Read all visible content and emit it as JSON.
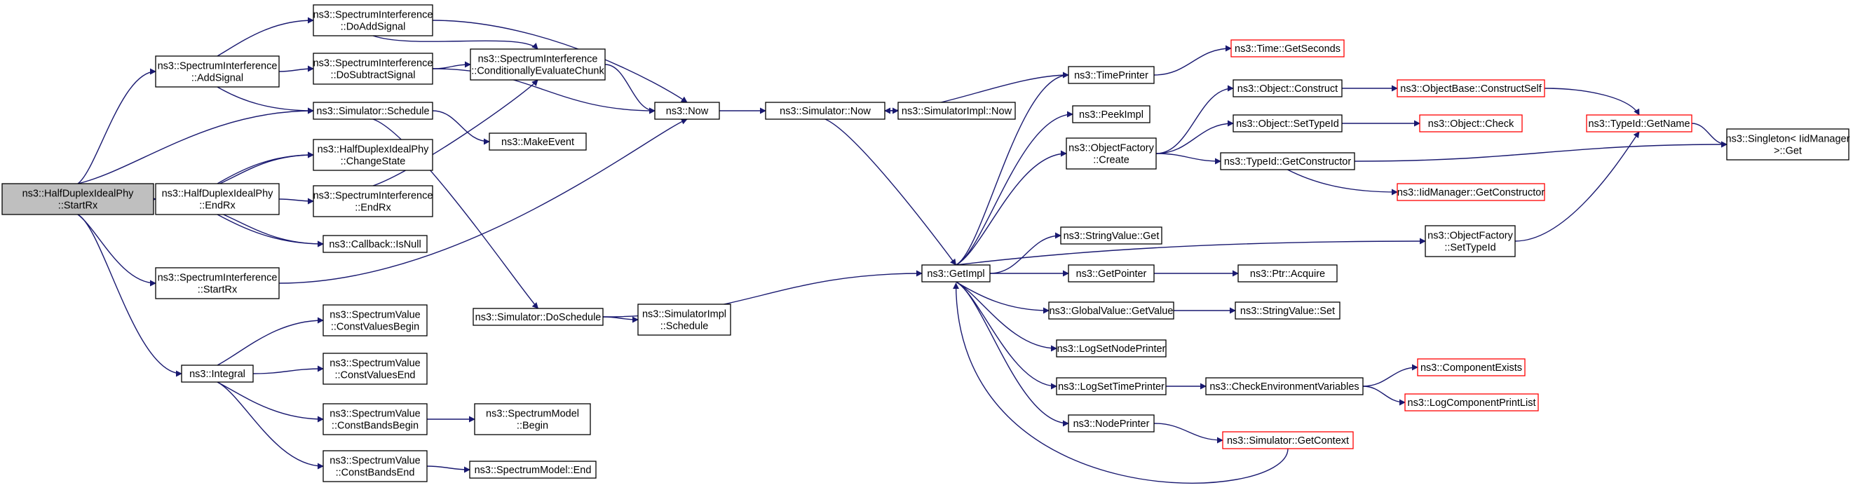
{
  "colors": {
    "edge": "#191970",
    "node_border": "#000000",
    "truncated_border": "#ff0000",
    "root_fill": "#bfbfbf",
    "node_fill": "#ffffff"
  },
  "nodes": [
    {
      "id": "start_rx",
      "lines": [
        "ns3::HalfDuplexIdealPhy",
        "::StartRx"
      ],
      "kind": "root"
    },
    {
      "id": "add_signal",
      "lines": [
        "ns3::SpectrumInterference",
        "::AddSignal"
      ],
      "kind": "normal"
    },
    {
      "id": "sim_schedule",
      "lines": [
        "ns3::Simulator::Schedule"
      ],
      "kind": "normal"
    },
    {
      "id": "change_state",
      "lines": [
        "ns3::HalfDuplexIdealPhy",
        "::ChangeState"
      ],
      "kind": "normal"
    },
    {
      "id": "end_rx_phy",
      "lines": [
        "ns3::HalfDuplexIdealPhy",
        "::EndRx"
      ],
      "kind": "normal"
    },
    {
      "id": "callback_isnull",
      "lines": [
        "ns3::Callback::IsNull"
      ],
      "kind": "normal"
    },
    {
      "id": "si_start_rx",
      "lines": [
        "ns3::SpectrumInterference",
        "::StartRx"
      ],
      "kind": "normal"
    },
    {
      "id": "integral",
      "lines": [
        "ns3::Integral"
      ],
      "kind": "normal"
    },
    {
      "id": "do_add_signal",
      "lines": [
        "ns3::SpectrumInterference",
        "::DoAddSignal"
      ],
      "kind": "normal"
    },
    {
      "id": "do_subtract_signal",
      "lines": [
        "ns3::SpectrumInterference",
        "::DoSubtractSignal"
      ],
      "kind": "normal"
    },
    {
      "id": "cond_eval_chunk",
      "lines": [
        "ns3::SpectrumInterference",
        "::ConditionallyEvaluateChunk"
      ],
      "kind": "normal"
    },
    {
      "id": "si_end_rx",
      "lines": [
        "ns3::SpectrumInterference",
        "::EndRx"
      ],
      "kind": "normal"
    },
    {
      "id": "make_event",
      "lines": [
        "ns3::MakeEvent"
      ],
      "kind": "normal"
    },
    {
      "id": "now",
      "lines": [
        "ns3::Now"
      ],
      "kind": "normal"
    },
    {
      "id": "sim_do_schedule",
      "lines": [
        "ns3::Simulator::DoSchedule"
      ],
      "kind": "normal"
    },
    {
      "id": "simimpl_schedule",
      "lines": [
        "ns3::SimulatorImpl",
        "::Schedule"
      ],
      "kind": "normal"
    },
    {
      "id": "sim_now",
      "lines": [
        "ns3::Simulator::Now"
      ],
      "kind": "normal"
    },
    {
      "id": "simimpl_now",
      "lines": [
        "ns3::SimulatorImpl::Now"
      ],
      "kind": "normal"
    },
    {
      "id": "cv_begin",
      "lines": [
        "ns3::SpectrumValue",
        "::ConstValuesBegin"
      ],
      "kind": "normal"
    },
    {
      "id": "cv_end",
      "lines": [
        "ns3::SpectrumValue",
        "::ConstValuesEnd"
      ],
      "kind": "normal"
    },
    {
      "id": "cb_begin",
      "lines": [
        "ns3::SpectrumValue",
        "::ConstBandsBegin"
      ],
      "kind": "normal"
    },
    {
      "id": "cb_end",
      "lines": [
        "ns3::SpectrumValue",
        "::ConstBandsEnd"
      ],
      "kind": "normal"
    },
    {
      "id": "sm_begin",
      "lines": [
        "ns3::SpectrumModel",
        "::Begin"
      ],
      "kind": "normal"
    },
    {
      "id": "sm_end",
      "lines": [
        "ns3::SpectrumModel::End"
      ],
      "kind": "normal"
    },
    {
      "id": "get_impl",
      "lines": [
        "ns3::GetImpl"
      ],
      "kind": "normal"
    },
    {
      "id": "time_printer",
      "lines": [
        "ns3::TimePrinter"
      ],
      "kind": "normal"
    },
    {
      "id": "peek_impl",
      "lines": [
        "ns3::PeekImpl"
      ],
      "kind": "normal"
    },
    {
      "id": "of_create",
      "lines": [
        "ns3::ObjectFactory",
        "::Create"
      ],
      "kind": "normal"
    },
    {
      "id": "stringvalue_get",
      "lines": [
        "ns3::StringValue::Get"
      ],
      "kind": "normal"
    },
    {
      "id": "get_pointer",
      "lines": [
        "ns3::GetPointer"
      ],
      "kind": "normal"
    },
    {
      "id": "gv_getvalue",
      "lines": [
        "ns3::GlobalValue::GetValue"
      ],
      "kind": "normal"
    },
    {
      "id": "log_set_node_printer",
      "lines": [
        "ns3::LogSetNodePrinter"
      ],
      "kind": "normal"
    },
    {
      "id": "log_set_time_printer",
      "lines": [
        "ns3::LogSetTimePrinter"
      ],
      "kind": "normal"
    },
    {
      "id": "node_printer",
      "lines": [
        "ns3::NodePrinter"
      ],
      "kind": "normal"
    },
    {
      "id": "time_getseconds",
      "lines": [
        "ns3::Time::GetSeconds"
      ],
      "kind": "truncated"
    },
    {
      "id": "object_construct",
      "lines": [
        "ns3::Object::Construct"
      ],
      "kind": "normal"
    },
    {
      "id": "object_settypeid",
      "lines": [
        "ns3::Object::SetTypeId"
      ],
      "kind": "normal"
    },
    {
      "id": "typeid_getconstructor",
      "lines": [
        "ns3::TypeId::GetConstructor"
      ],
      "kind": "normal"
    },
    {
      "id": "of_settypeid",
      "lines": [
        "ns3::ObjectFactory",
        "::SetTypeId"
      ],
      "kind": "normal"
    },
    {
      "id": "ptr_acquire",
      "lines": [
        "ns3::Ptr::Acquire"
      ],
      "kind": "normal"
    },
    {
      "id": "stringvalue_set",
      "lines": [
        "ns3::StringValue::Set"
      ],
      "kind": "normal"
    },
    {
      "id": "check_env_vars",
      "lines": [
        "ns3::CheckEnvironmentVariables"
      ],
      "kind": "normal"
    },
    {
      "id": "sim_getcontext",
      "lines": [
        "ns3::Simulator::GetContext"
      ],
      "kind": "truncated"
    },
    {
      "id": "objectbase_constructself",
      "lines": [
        "ns3::ObjectBase::ConstructSelf"
      ],
      "kind": "truncated"
    },
    {
      "id": "object_check",
      "lines": [
        "ns3::Object::Check"
      ],
      "kind": "truncated"
    },
    {
      "id": "iidmanager_getconstructor",
      "lines": [
        "ns3::IidManager::GetConstructor"
      ],
      "kind": "truncated"
    },
    {
      "id": "component_exists",
      "lines": [
        "ns3::ComponentExists"
      ],
      "kind": "truncated"
    },
    {
      "id": "log_component_printlist",
      "lines": [
        "ns3::LogComponentPrintList"
      ],
      "kind": "truncated"
    },
    {
      "id": "typeid_getname",
      "lines": [
        "ns3::TypeId::GetName"
      ],
      "kind": "truncated"
    },
    {
      "id": "singleton_get",
      "lines": [
        "ns3::Singleton< IidManager",
        ">::Get"
      ],
      "kind": "normal"
    }
  ],
  "edges": [
    [
      "start_rx",
      "add_signal"
    ],
    [
      "start_rx",
      "sim_schedule"
    ],
    [
      "start_rx",
      "change_state"
    ],
    [
      "start_rx",
      "end_rx_phy"
    ],
    [
      "start_rx",
      "callback_isnull"
    ],
    [
      "start_rx",
      "si_start_rx"
    ],
    [
      "start_rx",
      "integral"
    ],
    [
      "add_signal",
      "do_add_signal"
    ],
    [
      "add_signal",
      "do_subtract_signal"
    ],
    [
      "add_signal",
      "sim_schedule"
    ],
    [
      "do_add_signal",
      "cond_eval_chunk"
    ],
    [
      "do_add_signal",
      "now"
    ],
    [
      "do_subtract_signal",
      "cond_eval_chunk"
    ],
    [
      "do_subtract_signal",
      "now"
    ],
    [
      "cond_eval_chunk",
      "now"
    ],
    [
      "sim_schedule",
      "make_event"
    ],
    [
      "sim_schedule",
      "sim_do_schedule"
    ],
    [
      "end_rx_phy",
      "change_state"
    ],
    [
      "end_rx_phy",
      "si_end_rx"
    ],
    [
      "end_rx_phy",
      "callback_isnull"
    ],
    [
      "si_end_rx",
      "cond_eval_chunk"
    ],
    [
      "si_start_rx",
      "now"
    ],
    [
      "integral",
      "cv_begin"
    ],
    [
      "integral",
      "cv_end"
    ],
    [
      "integral",
      "cb_begin"
    ],
    [
      "integral",
      "cb_end"
    ],
    [
      "cb_begin",
      "sm_begin"
    ],
    [
      "cb_end",
      "sm_end"
    ],
    [
      "now",
      "sim_now"
    ],
    [
      "sim_now",
      "simimpl_now"
    ],
    [
      "sim_now",
      "get_impl"
    ],
    [
      "sim_do_schedule",
      "simimpl_schedule"
    ],
    [
      "sim_do_schedule",
      "get_impl"
    ],
    [
      "get_impl",
      "time_printer"
    ],
    [
      "get_impl",
      "peek_impl"
    ],
    [
      "get_impl",
      "of_create"
    ],
    [
      "get_impl",
      "stringvalue_get"
    ],
    [
      "get_impl",
      "get_pointer"
    ],
    [
      "get_impl",
      "gv_getvalue"
    ],
    [
      "get_impl",
      "log_set_node_printer"
    ],
    [
      "get_impl",
      "log_set_time_printer"
    ],
    [
      "get_impl",
      "node_printer"
    ],
    [
      "get_impl",
      "of_settypeid"
    ],
    [
      "time_printer",
      "time_getseconds"
    ],
    [
      "time_printer",
      "sim_now"
    ],
    [
      "of_create",
      "object_construct"
    ],
    [
      "of_create",
      "object_settypeid"
    ],
    [
      "of_create",
      "typeid_getconstructor"
    ],
    [
      "object_construct",
      "objectbase_constructself"
    ],
    [
      "object_settypeid",
      "object_check"
    ],
    [
      "typeid_getconstructor",
      "singleton_get"
    ],
    [
      "typeid_getconstructor",
      "iidmanager_getconstructor"
    ],
    [
      "objectbase_constructself",
      "typeid_getname"
    ],
    [
      "typeid_getname",
      "singleton_get"
    ],
    [
      "of_settypeid",
      "typeid_getname"
    ],
    [
      "get_pointer",
      "ptr_acquire"
    ],
    [
      "gv_getvalue",
      "stringvalue_set"
    ],
    [
      "log_set_time_printer",
      "check_env_vars"
    ],
    [
      "check_env_vars",
      "component_exists"
    ],
    [
      "check_env_vars",
      "log_component_printlist"
    ],
    [
      "node_printer",
      "sim_getcontext"
    ],
    [
      "sim_getcontext",
      "get_impl"
    ]
  ]
}
